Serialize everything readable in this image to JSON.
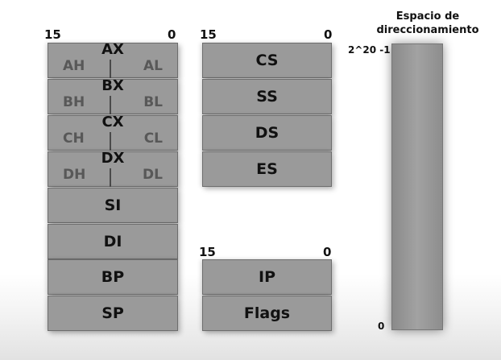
{
  "general_registers": {
    "bit_high": "15",
    "bit_low": "0",
    "split": [
      {
        "name": "AX",
        "high": "AH",
        "low": "AL"
      },
      {
        "name": "BX",
        "high": "BH",
        "low": "BL"
      },
      {
        "name": "CX",
        "high": "CH",
        "low": "CL"
      },
      {
        "name": "DX",
        "high": "DH",
        "low": "DL"
      }
    ],
    "index_pointer": [
      "SI",
      "DI",
      "BP",
      "SP"
    ]
  },
  "segment_registers": {
    "bit_high": "15",
    "bit_low": "0",
    "names": [
      "CS",
      "SS",
      "DS",
      "ES"
    ]
  },
  "ip_flags": {
    "bit_high": "15",
    "bit_low": "0",
    "names": [
      "IP",
      "Flags"
    ]
  },
  "address_space": {
    "title_line1": "Espacio de",
    "title_line2": "direccionamiento",
    "top_label": "2^20 -1",
    "bottom_label": "0"
  }
}
